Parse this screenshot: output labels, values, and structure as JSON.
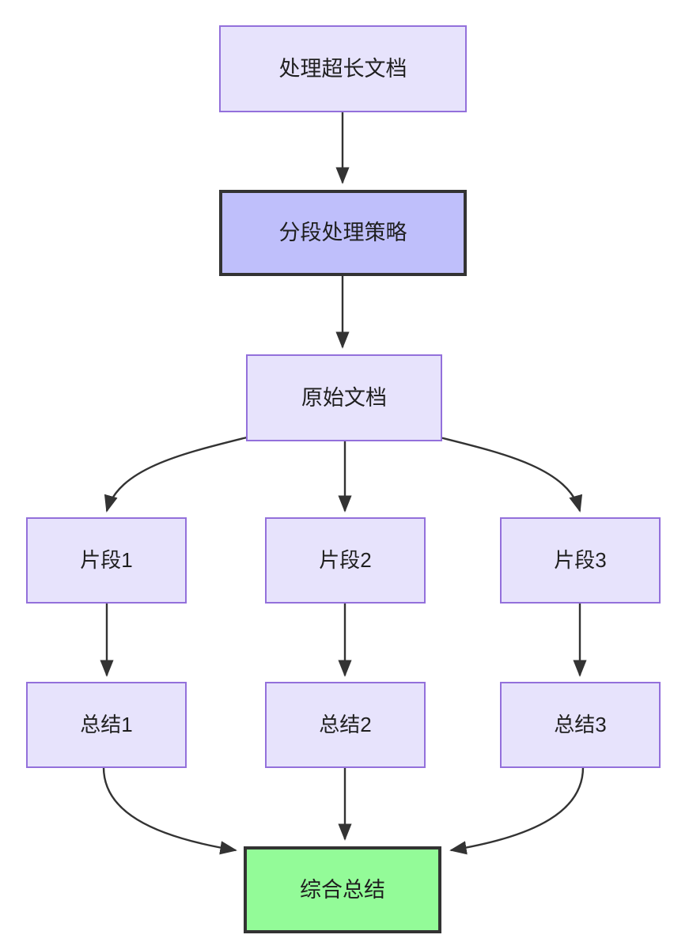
{
  "diagram": {
    "type": "flowchart",
    "direction": "top-to-bottom",
    "background_color": "#ffffff",
    "palette": {
      "node_fill_light": "#E7E3FC",
      "node_border_light": "#9370DB",
      "node_fill_emphasis": "#BFBFFB",
      "node_fill_final": "#93FB98",
      "node_border_dark": "#333333",
      "edge_color": "#333333",
      "text_color": "#1f1f1f"
    },
    "nodes": [
      {
        "id": "n1",
        "label": "处理超长文档",
        "style": "default"
      },
      {
        "id": "n2",
        "label": "分段处理策略",
        "style": "strategy"
      },
      {
        "id": "n3",
        "label": "原始文档",
        "style": "default"
      },
      {
        "id": "n4",
        "label": "片段1",
        "style": "default"
      },
      {
        "id": "n5",
        "label": "片段2",
        "style": "default"
      },
      {
        "id": "n6",
        "label": "片段3",
        "style": "default"
      },
      {
        "id": "n7",
        "label": "总结1",
        "style": "default"
      },
      {
        "id": "n8",
        "label": "总结2",
        "style": "default"
      },
      {
        "id": "n9",
        "label": "总结3",
        "style": "default"
      },
      {
        "id": "n10",
        "label": "综合总结",
        "style": "final"
      }
    ],
    "edges": [
      {
        "from": "n1",
        "to": "n2",
        "label": ""
      },
      {
        "from": "n2",
        "to": "n3",
        "label": ""
      },
      {
        "from": "n3",
        "to": "n4",
        "label": ""
      },
      {
        "from": "n3",
        "to": "n5",
        "label": ""
      },
      {
        "from": "n3",
        "to": "n6",
        "label": ""
      },
      {
        "from": "n4",
        "to": "n7",
        "label": ""
      },
      {
        "from": "n5",
        "to": "n8",
        "label": ""
      },
      {
        "from": "n6",
        "to": "n9",
        "label": ""
      },
      {
        "from": "n7",
        "to": "n10",
        "label": ""
      },
      {
        "from": "n8",
        "to": "n10",
        "label": ""
      },
      {
        "from": "n9",
        "to": "n10",
        "label": ""
      }
    ]
  }
}
